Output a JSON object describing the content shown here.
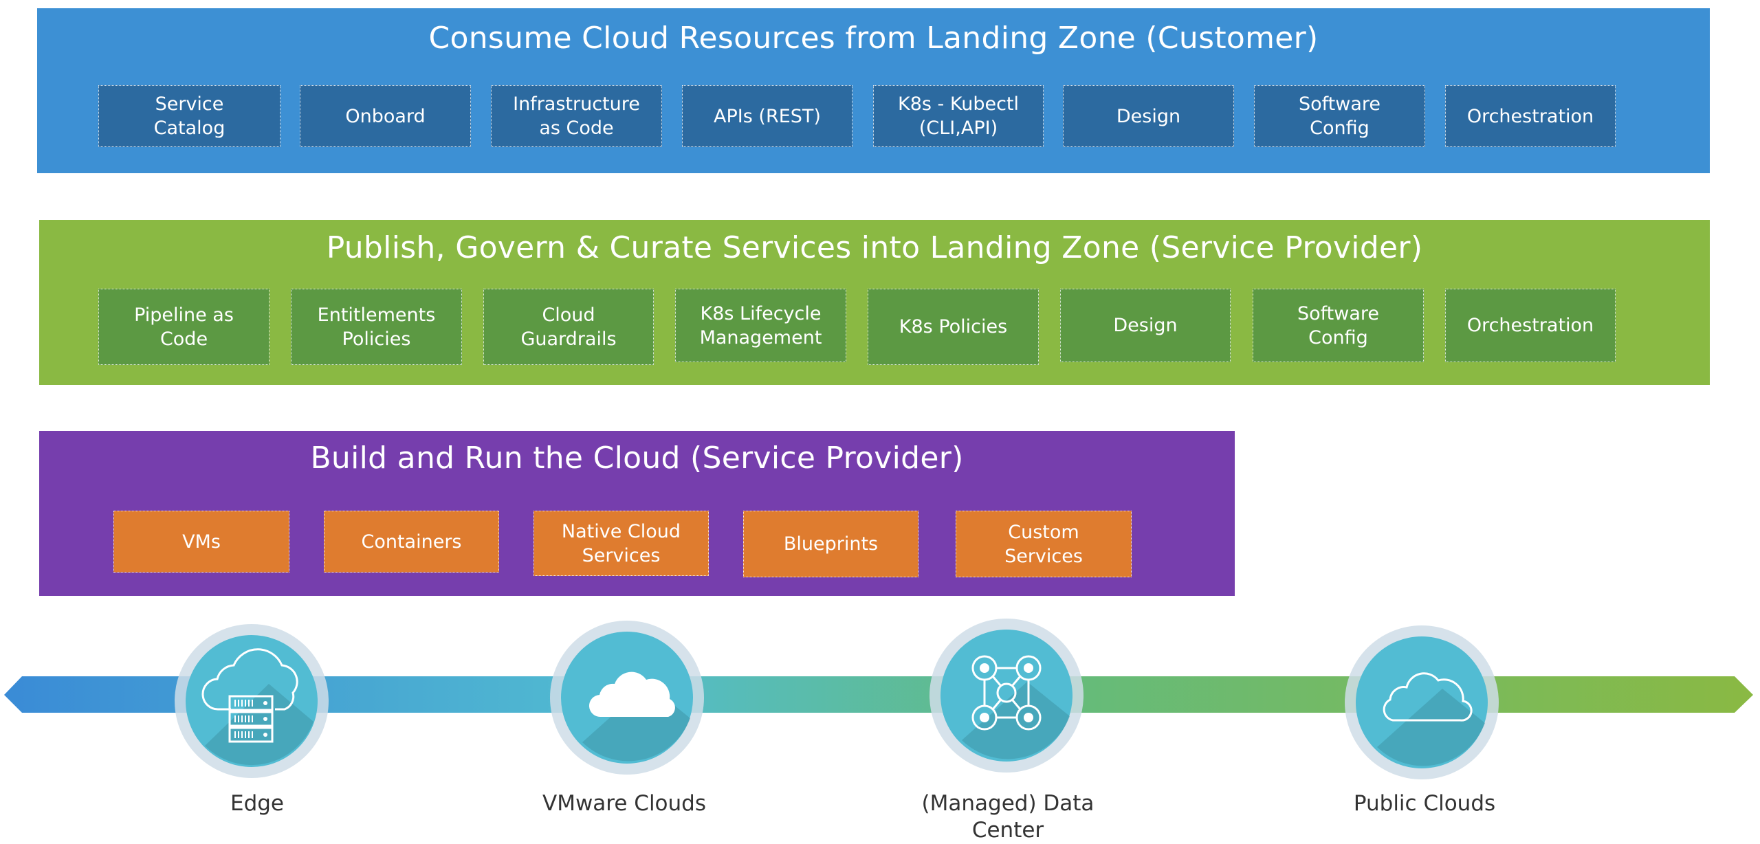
{
  "layers": {
    "consume": {
      "title": "Consume Cloud Resources from Landing Zone (Customer)",
      "color": "#3d90d4",
      "box_color": "#2c6aa0",
      "items": [
        "Service\nCatalog",
        "Onboard",
        "Infrastructure\nas Code",
        "APIs (REST)",
        "K8s - Kubectl\n(CLI,API)",
        "Design",
        "Software\nConfig",
        "Orchestration"
      ]
    },
    "publish": {
      "title": "Publish, Govern & Curate Services into Landing Zone (Service Provider)",
      "color": "#8ab943",
      "box_color": "#5c9943",
      "items": [
        "Pipeline as\nCode",
        "Entitlements\nPolicies",
        "Cloud\nGuardrails",
        "K8s Lifecycle\nManagement",
        "K8s Policies",
        "Design",
        "Software\nConfig",
        "Orchestration"
      ]
    },
    "build": {
      "title": "Build and Run the Cloud (Service Provider)",
      "color": "#763ead",
      "box_color": "#df7c2f",
      "items": [
        "VMs",
        "Containers",
        "Native Cloud\nServices",
        "Blueprints",
        "Custom\nServices"
      ]
    }
  },
  "platforms": {
    "arrow_gradient": [
      "#3a8bd6",
      "#52bcd0",
      "#64bb7c",
      "#8ab943"
    ],
    "items": [
      {
        "label": "Edge",
        "icon": "cloud-server-icon"
      },
      {
        "label": "VMware Clouds",
        "icon": "solid-cloud-icon"
      },
      {
        "label": "(Managed) Data\nCenter",
        "icon": "network-nodes-icon"
      },
      {
        "label": "Public Clouds",
        "icon": "outline-cloud-icon"
      }
    ]
  }
}
